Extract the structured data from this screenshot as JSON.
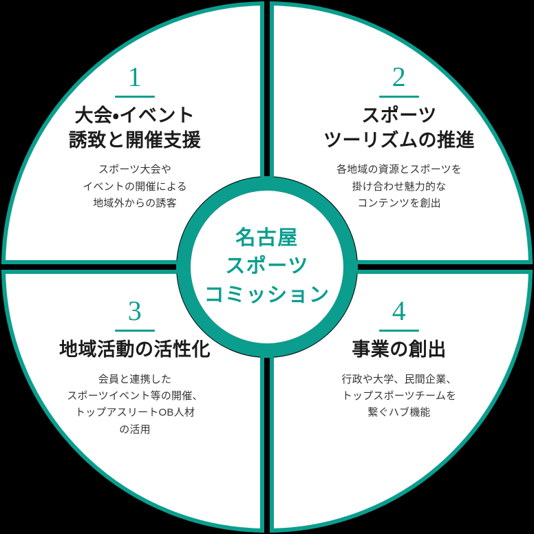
{
  "diagram": {
    "title": "名古屋スポーツコミッション 4つの事業",
    "colors": {
      "accent": "#0b9e8e",
      "background": "#000000",
      "segment_fill": "#ffffff",
      "heading_text": "#1b1b1b",
      "body_text": "#353535"
    }
  },
  "hub": {
    "lines": [
      "名古屋",
      "スポーツ",
      "コミッション"
    ]
  },
  "quadrants": [
    {
      "number": "1",
      "title": "大会・イベント\n誘致と開催支援",
      "description": "スポーツ大会や\nイベントの開催による\n地域外からの誘客"
    },
    {
      "number": "2",
      "title": "スポーツ\nツーリズムの推進",
      "description": "各地域の資源とスポーツを\n掛け合わせ魅力的な\nコンテンツを創出"
    },
    {
      "number": "3",
      "title": "地域活動の活性化",
      "description": "会員と連携した\nスポーツイベント等の開催、\nトップアスリートOB人材\nの活用"
    },
    {
      "number": "4",
      "title": "事業の創出",
      "description": "行政や大学、民間企業、\nトップスポーツチームを\n繋ぐハブ機能"
    }
  ]
}
